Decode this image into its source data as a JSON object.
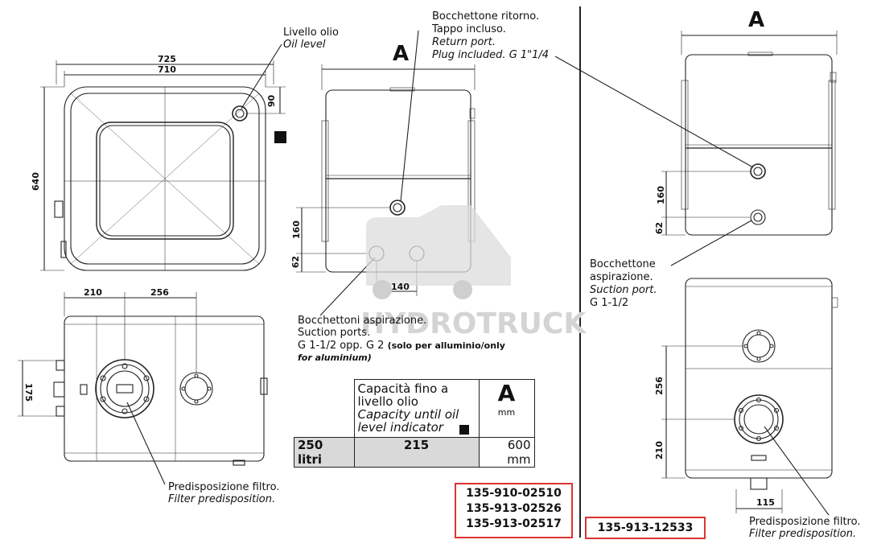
{
  "labels": {
    "oil_level_it": "Livello olio",
    "oil_level_en": "Oil level",
    "return_it_1": "Bocchettone ritorno.",
    "return_it_2": "Tappo incluso.",
    "return_en_1": "Return port.",
    "return_en_2": "Plug included. G 1\"1/4",
    "suction_ports_it": "Bocchettoni aspirazione.",
    "suction_ports_en": "Suction ports.",
    "suction_ports_g": "G 1-1/2 opp. G 2",
    "suction_ports_note": "(solo per alluminio/only",
    "suction_ports_note2": "for aluminium)",
    "suction_it_1": "Bocchettone",
    "suction_it_2": "aspirazione.",
    "suction_en": "Suction port.",
    "suction_g": "G 1-1/2",
    "filter_it": "Predisposizione filtro.",
    "filter_en": "Filter predisposition.",
    "filter2_it": "Predisposizione filtro.",
    "filter2_en": "Filter predisposition.",
    "view_a1": "A",
    "view_a2": "A",
    "watermark": "HYDROTRUCK"
  },
  "dims": {
    "w725": "725",
    "w710": "710",
    "h640": "640",
    "d90": "90",
    "d210": "210",
    "d256": "256",
    "d175": "175",
    "d160": "160",
    "d62": "62",
    "d140": "140",
    "r160": "160",
    "r62": "62",
    "r256": "256",
    "r210": "210",
    "r115": "115"
  },
  "table": {
    "header_it_1": "Capacità fino a",
    "header_it_2": "livello olio",
    "header_en_1": "Capacity until oil",
    "header_en_2": "level indicator",
    "header_a": "A",
    "header_unit": "mm",
    "row_capacity": "250 litri",
    "row_value": "215",
    "row_a": "600 mm"
  },
  "codes": {
    "left": [
      "135-910-02510",
      "135-913-02526",
      "135-913-02517"
    ],
    "right": "135-913-12533"
  },
  "colors": {
    "code_border": "#d33333",
    "watermark": "#d4d4d4"
  }
}
